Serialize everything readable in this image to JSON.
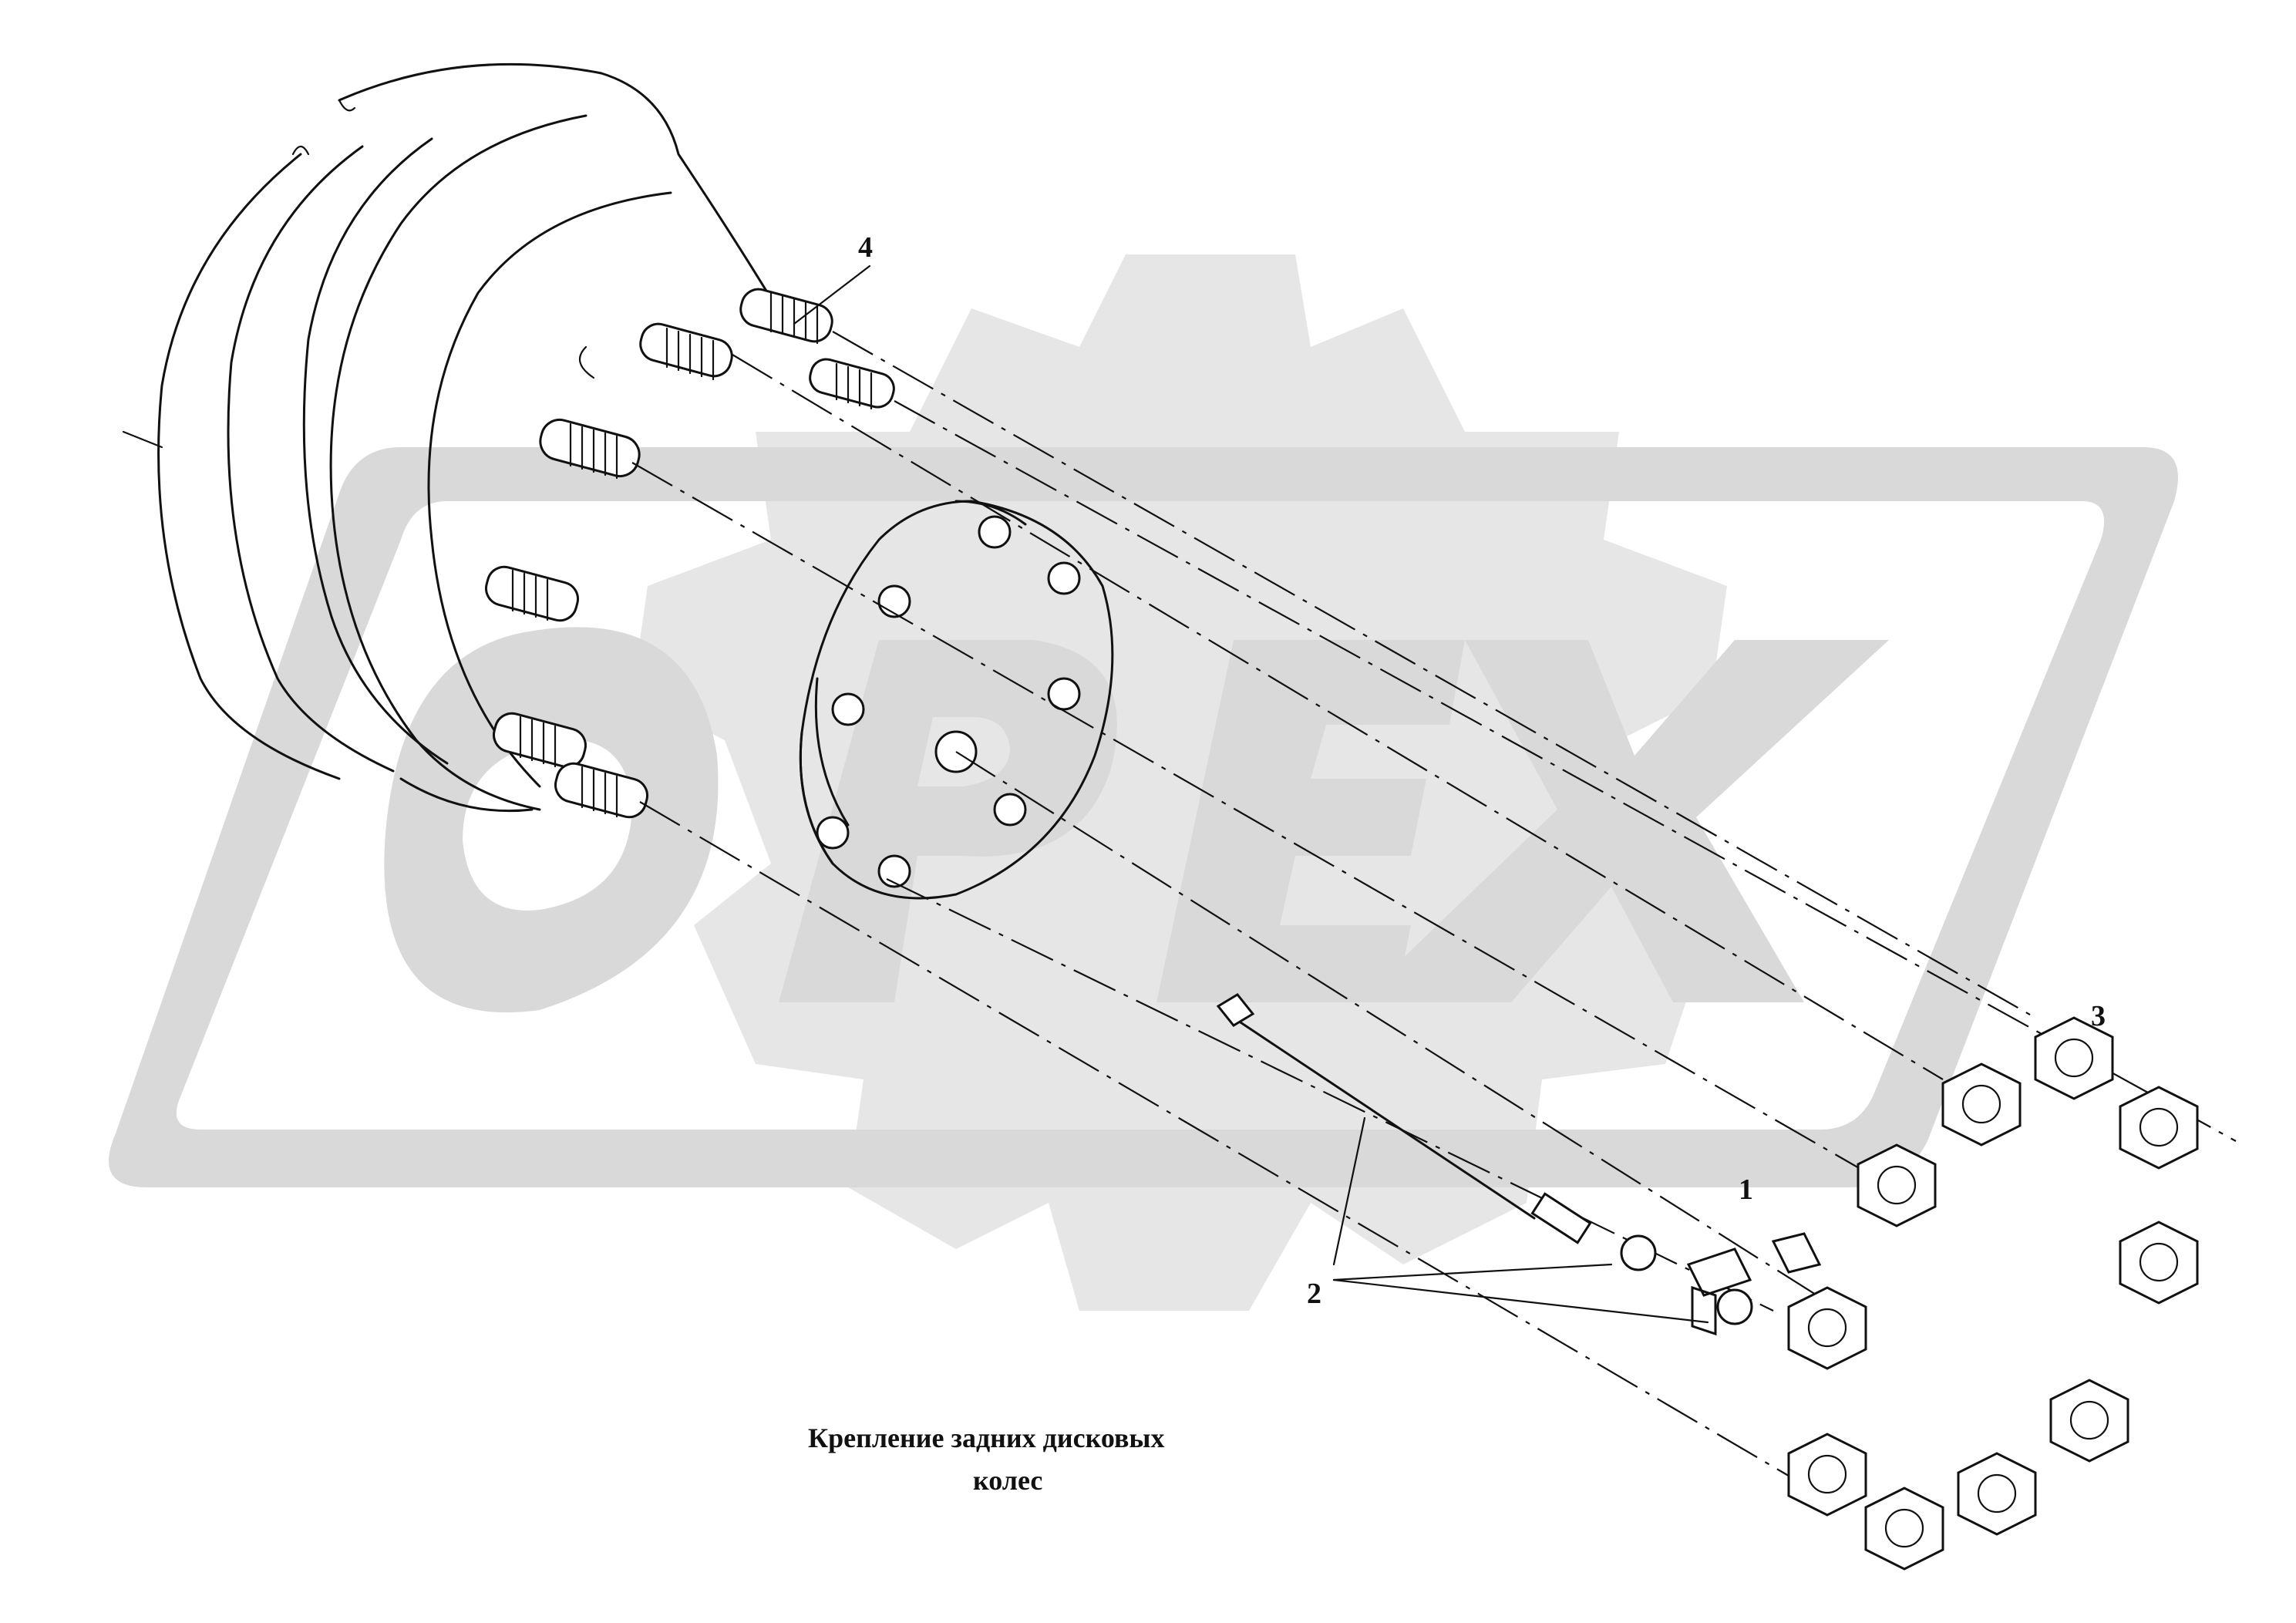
{
  "caption": {
    "line1": "Крепление задних дисковых",
    "line2": "колес"
  },
  "callouts": {
    "c1": "1",
    "c2": "2",
    "c3": "3",
    "c4": "4"
  },
  "watermark": {
    "text": "OPEX",
    "color": "#d9d9d9"
  },
  "colors": {
    "ink": "#111111",
    "background": "#ffffff"
  }
}
